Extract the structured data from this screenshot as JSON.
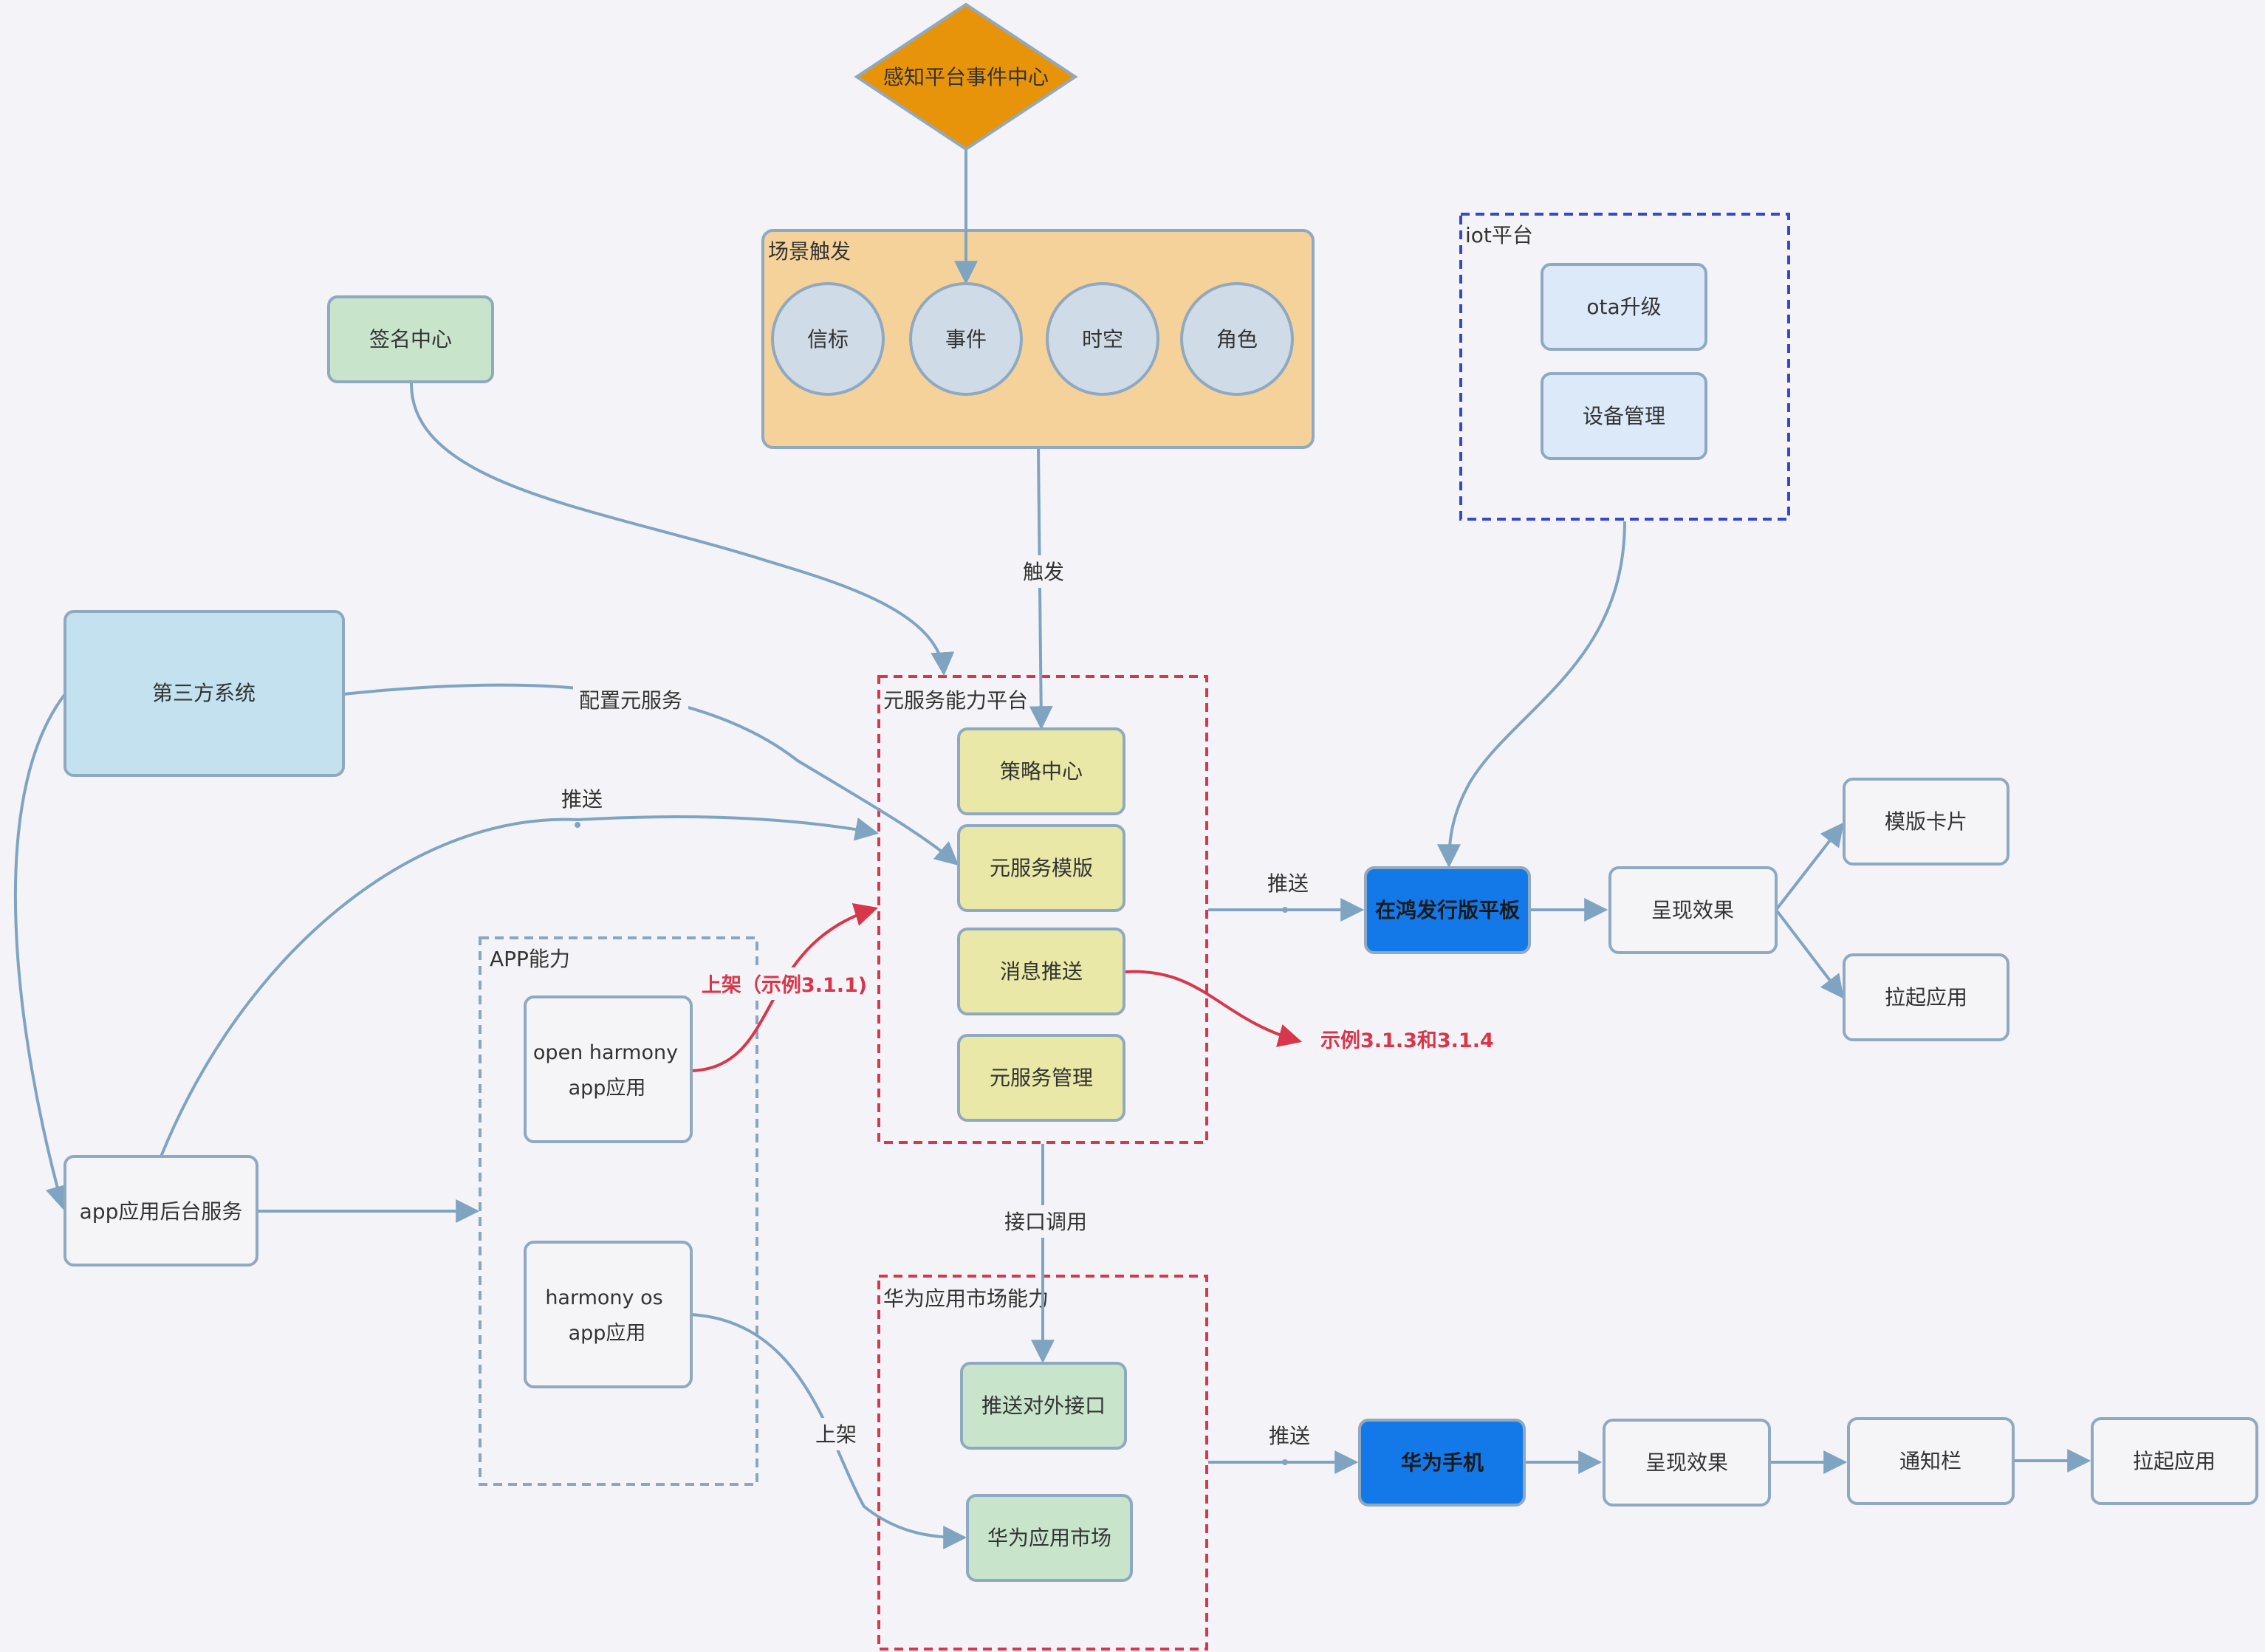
{
  "colors": {
    "background": "#f4f3f7",
    "edge": "#7fa4c2",
    "red_edge": "#d8374b",
    "red_dashed": "#d8374b",
    "blue_dashed": "#3548d0",
    "gray_dashed": "#8aa6c0",
    "diamond": "#e8940a",
    "scene_box": "#f6d29b",
    "circle": "#cfdbe6",
    "green": "#c8e5cc",
    "yellow": "#e9e8a6",
    "light_blue": "#c3e1ee",
    "pale_blue": "#dbe9f8",
    "white": "#f5f5f8",
    "bright_blue": "#1378e8"
  },
  "diagram": {
    "nodes": {
      "event_center": "感知平台事件中心",
      "scene_trigger": "场景触发",
      "beacon": "信标",
      "event": "事件",
      "spacetime": "时空",
      "role": "角色",
      "signature_center": "签名中心",
      "iot_platform": "iot平台",
      "ota_upgrade": "ota升级",
      "device_mgmt": "设备管理",
      "third_party": "第三方系统",
      "meta_platform": "元服务能力平台",
      "strategy_center": "策略中心",
      "meta_template": "元服务模版",
      "message_push": "消息推送",
      "meta_mgmt": "元服务管理",
      "app_ability": "APP能力",
      "openharmony_line1": "open harmony",
      "openharmony_line2": "app应用",
      "harmonyos_line1": "harmony os",
      "harmonyos_line2": "app应用",
      "app_backend": "app应用后台服务",
      "huawei_market_ability": "华为应用市场能力",
      "push_api": "推送对外接口",
      "huawei_market": "华为应用市场",
      "tablet": "在鸿发行版平板",
      "effect_1": "呈现效果",
      "template_card": "模版卡片",
      "launch_app_1": "拉起应用",
      "phone": "华为手机",
      "effect_2": "呈现效果",
      "notification_bar": "通知栏",
      "launch_app_2": "拉起应用"
    },
    "edge_labels": {
      "trigger": "触发",
      "configure": "配置元服务",
      "push_top": "推送",
      "listing_red": "上架（示例3.1.1)",
      "example_red": "示例3.1.3和3.1.4",
      "api_call": "接口调用",
      "push_tablet": "推送",
      "listing": "上架",
      "push_phone": "推送"
    }
  }
}
